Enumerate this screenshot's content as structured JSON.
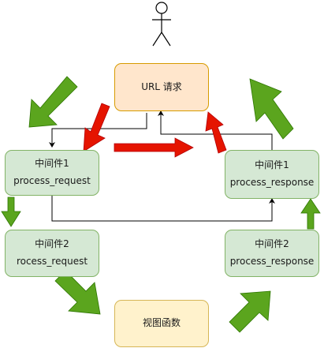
{
  "nodes": {
    "url_request": {
      "label": "URL 请求"
    },
    "view_function": {
      "label": "视图函数"
    },
    "request_mw1": {
      "title": "中间件1",
      "method": "process_request"
    },
    "request_mw2": {
      "title": "中间件2",
      "method": "rocess_request"
    },
    "response_mw1": {
      "title": "中间件1",
      "method": "process_response"
    },
    "response_mw2": {
      "title": "中间件2",
      "method": "process_response"
    }
  },
  "colors": {
    "green_fill": "#d5e8d4",
    "green_stroke": "#82b366",
    "orange_fill": "#ffe6cc",
    "orange_stroke": "#d79b00",
    "yellow_fill": "#fff2cc",
    "yellow_stroke": "#d6b656",
    "green_arrow": "#5ba51e",
    "red_arrow": "#e51400",
    "connector": "#000000"
  }
}
